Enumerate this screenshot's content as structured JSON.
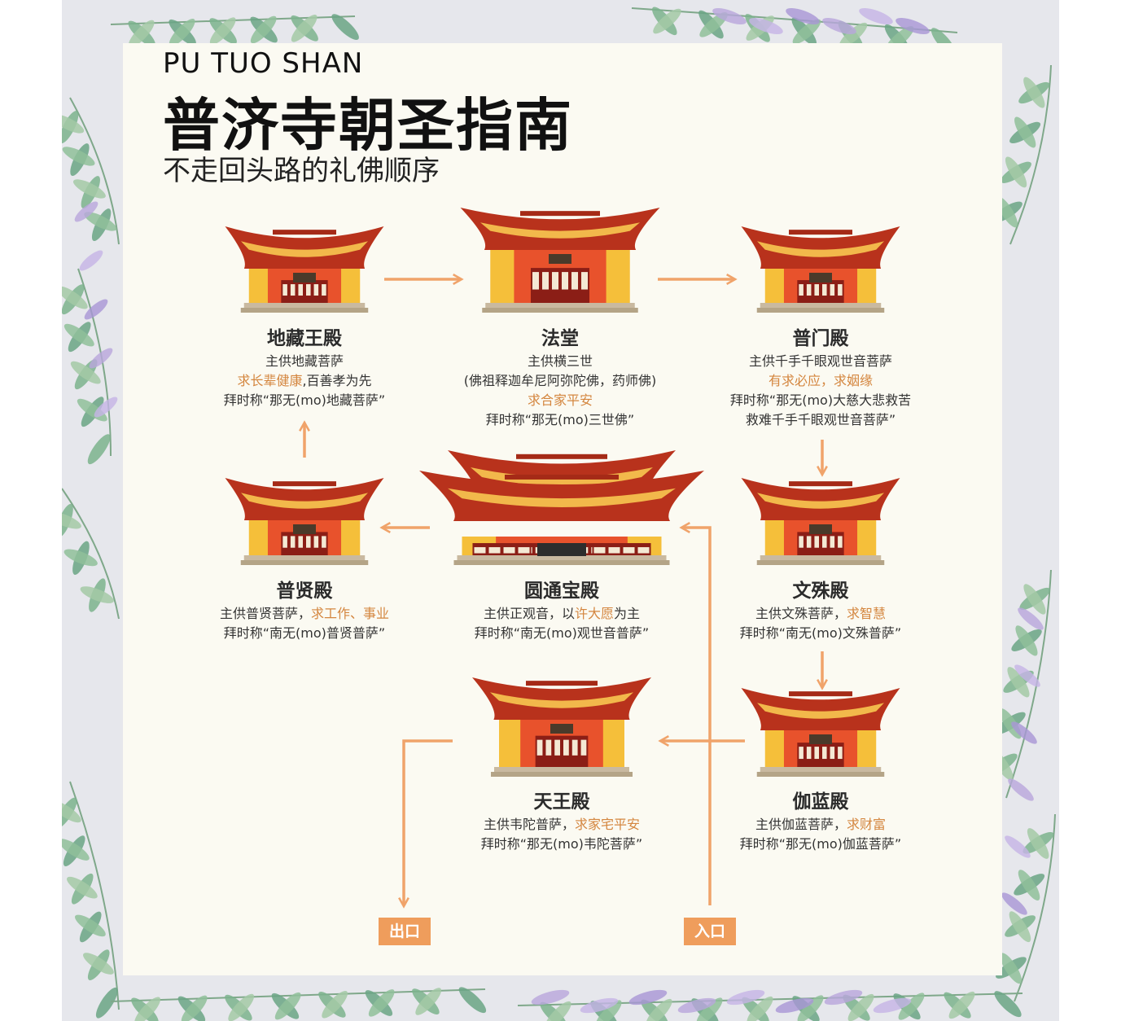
{
  "header": {
    "title_en": "PU TUO SHAN",
    "title_zh": "普济寺朝圣指南",
    "subtitle": "不走回头路的礼佛顺序"
  },
  "colors": {
    "arrow": "#f0a36a",
    "highlight": "#d4863f",
    "roof_dark": "#b8321c",
    "roof_gold": "#f2b84b",
    "wall_orange": "#e8522c",
    "wall_yellow": "#f5bf3a"
  },
  "halls": [
    {
      "name": "地藏王殿",
      "lines": [
        {
          "text": "主供地藏菩萨"
        },
        {
          "parts": [
            {
              "text": "求长辈健康",
              "hl": true
            },
            {
              "text": ",百善孝为先"
            }
          ]
        },
        {
          "text": "拜时称“那无(mo)地藏菩萨”"
        }
      ]
    },
    {
      "name": "法堂",
      "lines": [
        {
          "text": "主供横三世"
        },
        {
          "text": "(佛祖释迦牟尼阿弥陀佛，药师佛)"
        },
        {
          "parts": [
            {
              "text": "求合家平安",
              "hl": true
            }
          ]
        },
        {
          "text": "拜时称“那无(mo)三世佛”"
        }
      ]
    },
    {
      "name": "普门殿",
      "lines": [
        {
          "text": "主供千手千眼观世音菩萨"
        },
        {
          "parts": [
            {
              "text": "有求必应，求姻缘",
              "hl": true
            }
          ]
        },
        {
          "text": "拜时称“那无(mo)大慈大悲救苦"
        },
        {
          "text": "救难千手千眼观世音菩萨”"
        }
      ]
    },
    {
      "name": "普贤殿",
      "lines": [
        {
          "parts": [
            {
              "text": "主供普贤菩萨，"
            },
            {
              "text": "求工作、事业",
              "hl": true
            }
          ]
        },
        {
          "text": "拜时称“南无(mo)普贤普萨”"
        }
      ]
    },
    {
      "name": "圆通宝殿",
      "lines": [
        {
          "parts": [
            {
              "text": "主供正观音，以"
            },
            {
              "text": "许大愿",
              "hl": true
            },
            {
              "text": "为主"
            }
          ]
        },
        {
          "text": "拜时称“南无(mo)观世音普萨”"
        }
      ]
    },
    {
      "name": "文殊殿",
      "lines": [
        {
          "parts": [
            {
              "text": "主供文殊菩萨，"
            },
            {
              "text": "求智慧",
              "hl": true
            }
          ]
        },
        {
          "text": "拜时称“南无(mo)文殊普萨”"
        }
      ]
    },
    {
      "name": "天王殿",
      "lines": [
        {
          "parts": [
            {
              "text": "主供韦陀普萨，"
            },
            {
              "text": "求家宅平安",
              "hl": true
            }
          ]
        },
        {
          "text": "拜时称“那无(mo)韦陀菩萨”"
        }
      ]
    },
    {
      "name": "伽蓝殿",
      "lines": [
        {
          "parts": [
            {
              "text": "主供伽蓝菩萨，"
            },
            {
              "text": "求财富",
              "hl": true
            }
          ]
        },
        {
          "text": "拜时称“那无(mo)伽蓝菩萨”"
        }
      ]
    }
  ],
  "tags": {
    "exit": "出口",
    "entrance": "入口"
  }
}
